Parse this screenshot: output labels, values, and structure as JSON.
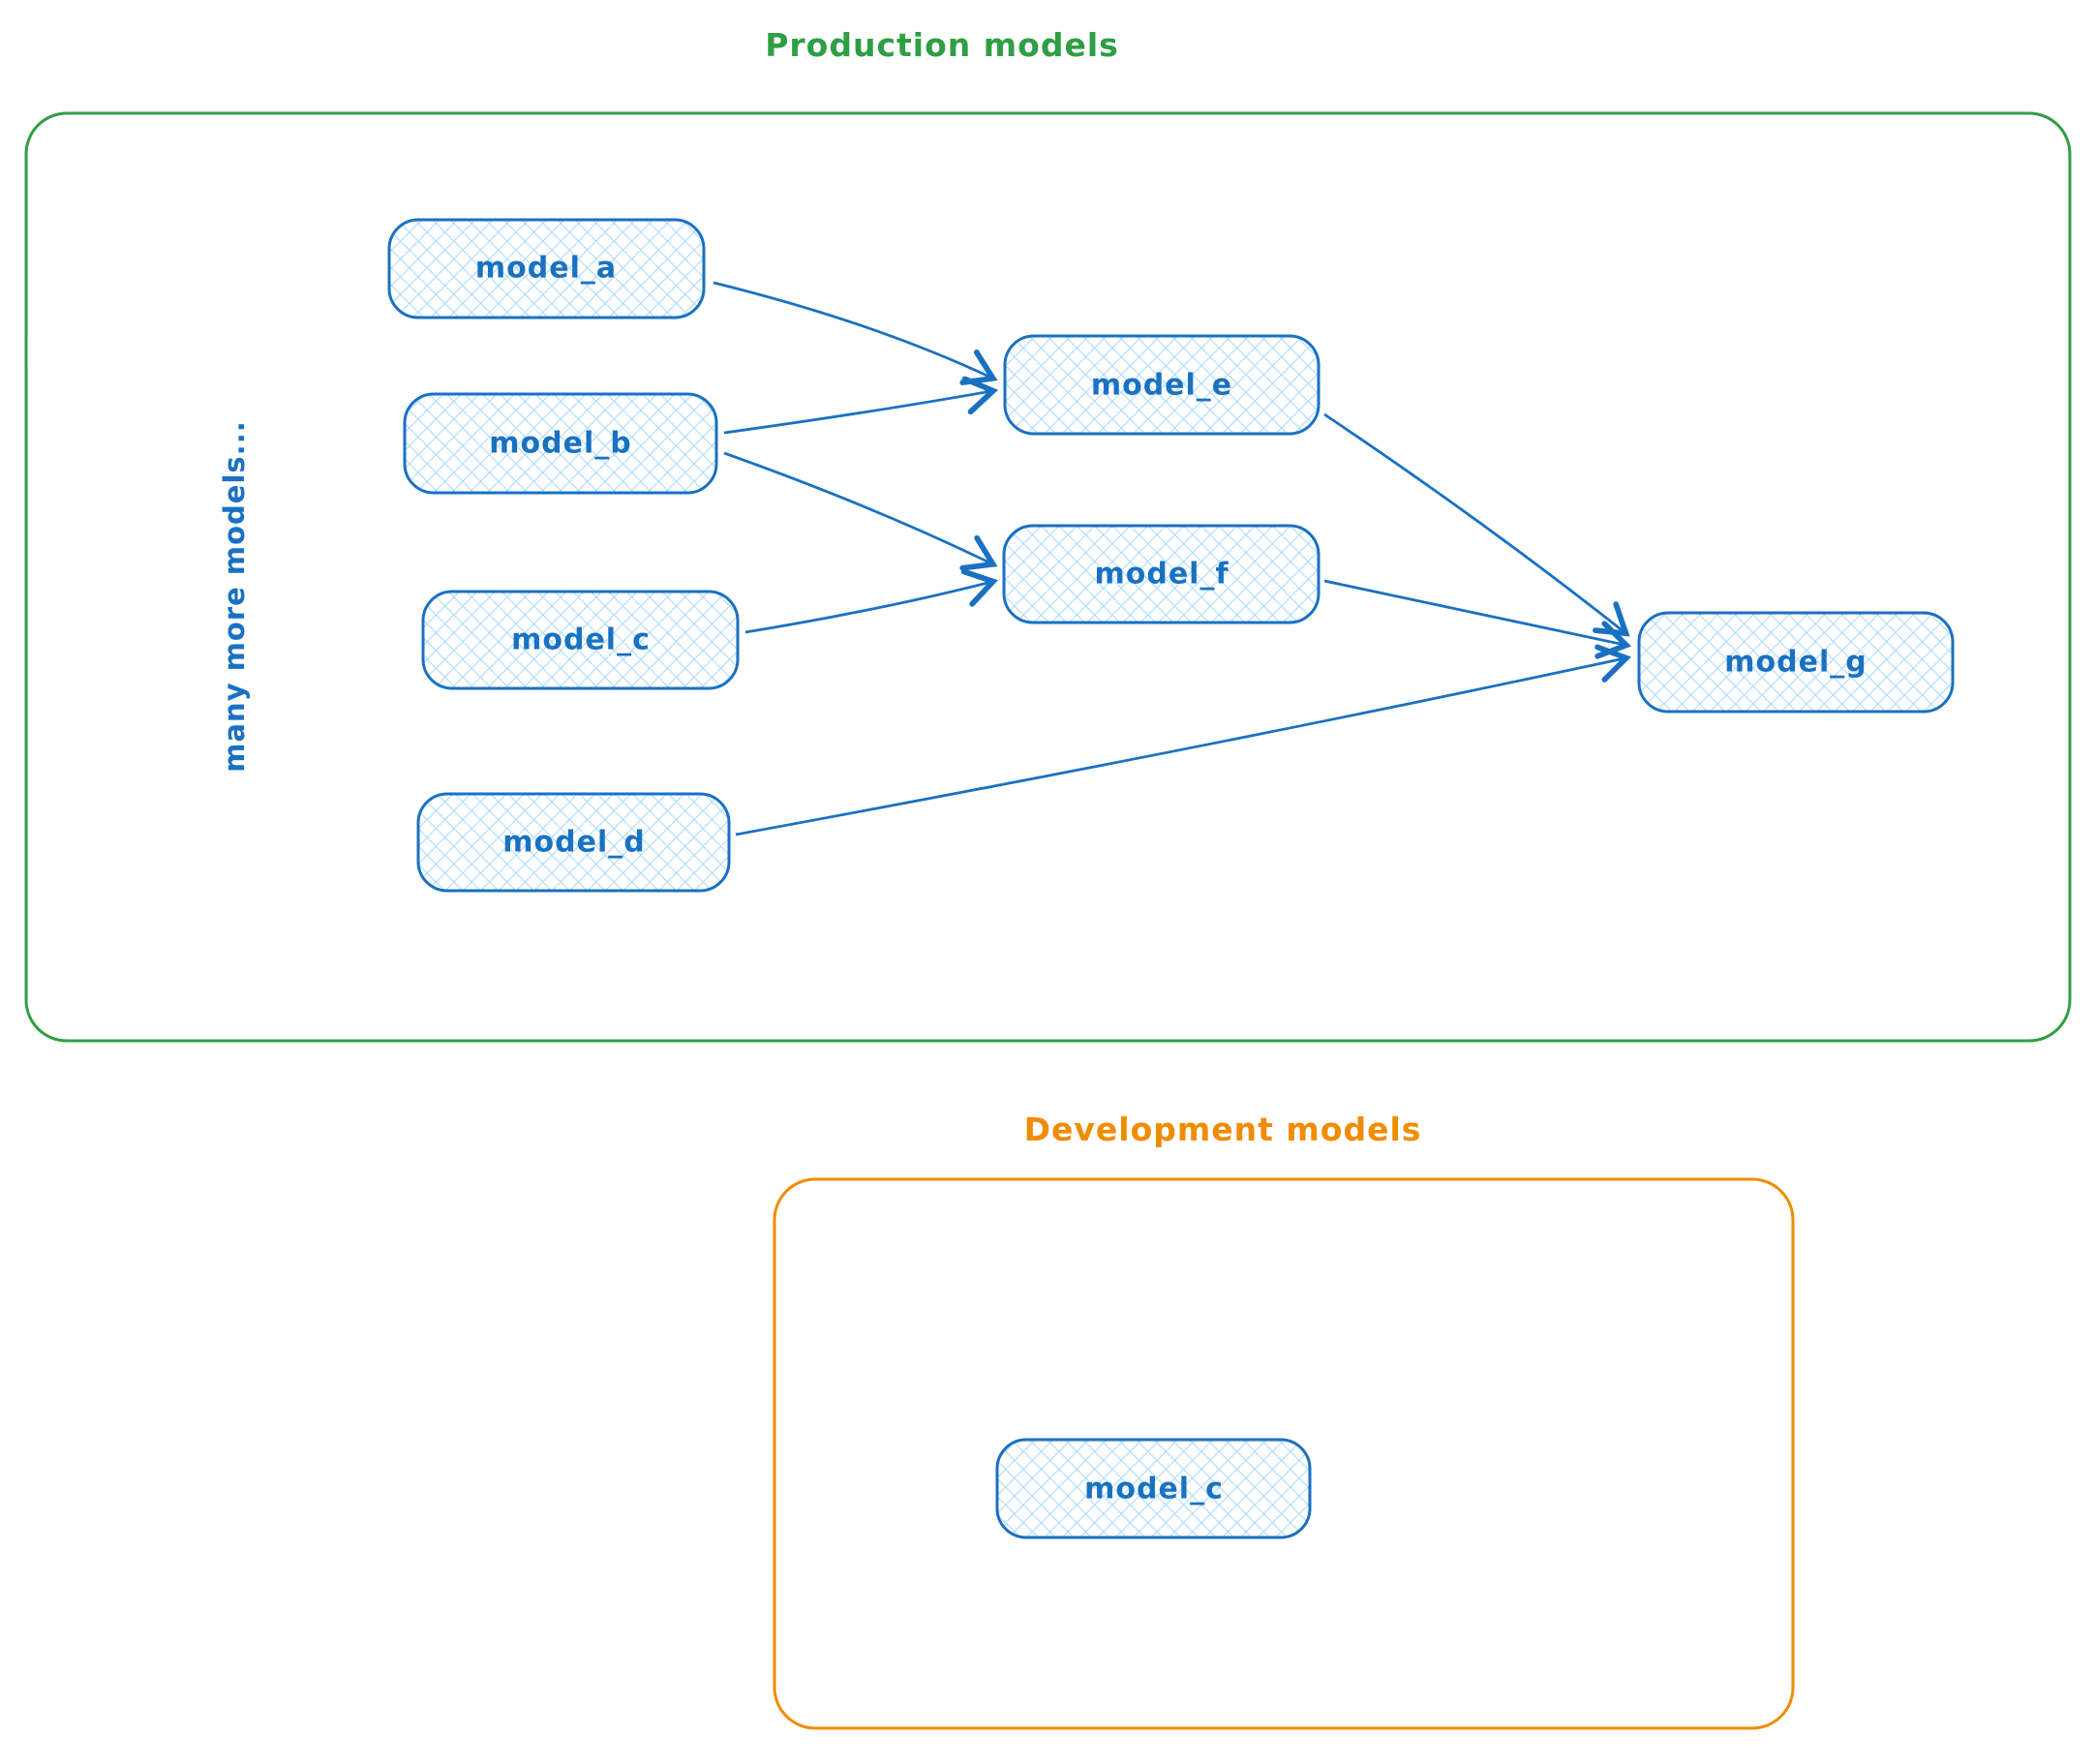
{
  "groups": {
    "production": {
      "title": "Production models",
      "accent_color": "#2f9e44",
      "side_note": "many more models...",
      "nodes": {
        "model_a": {
          "label": "model_a"
        },
        "model_b": {
          "label": "model_b"
        },
        "model_c": {
          "label": "model_c"
        },
        "model_d": {
          "label": "model_d"
        },
        "model_e": {
          "label": "model_e"
        },
        "model_f": {
          "label": "model_f"
        },
        "model_g": {
          "label": "model_g"
        }
      },
      "edges": [
        {
          "from": "model_a",
          "to": "model_e"
        },
        {
          "from": "model_b",
          "to": "model_e"
        },
        {
          "from": "model_b",
          "to": "model_f"
        },
        {
          "from": "model_c",
          "to": "model_f"
        },
        {
          "from": "model_e",
          "to": "model_g"
        },
        {
          "from": "model_f",
          "to": "model_g"
        },
        {
          "from": "model_d",
          "to": "model_g"
        }
      ]
    },
    "development": {
      "title": "Development models",
      "accent_color": "#f08c00",
      "nodes": {
        "model_c": {
          "label": "model_c"
        }
      }
    }
  },
  "node_style": {
    "stroke_color": "#1971c2",
    "text_color": "#1971c2",
    "hatch_color": "#a5d8ff"
  }
}
